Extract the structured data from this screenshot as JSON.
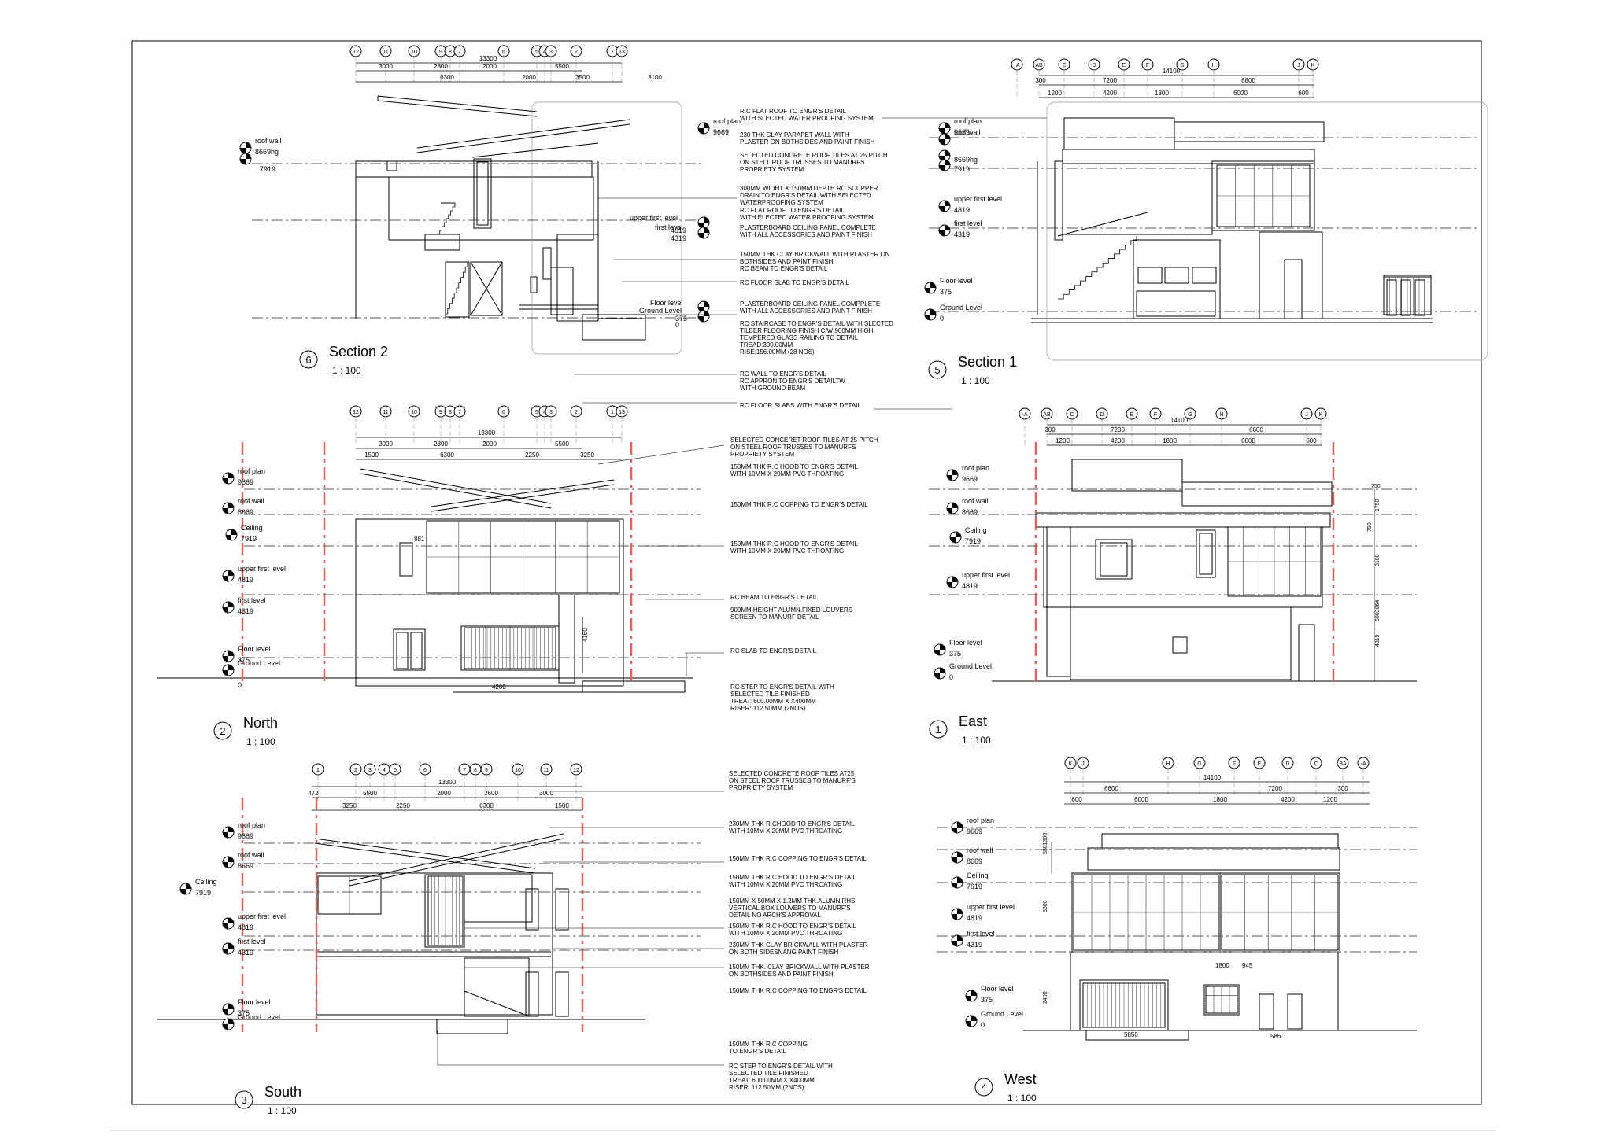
{
  "grid_rows": {
    "sec2": [
      "12",
      "11",
      "10",
      "9",
      "8",
      "7",
      "6",
      "5",
      "4",
      "3",
      "2",
      "1",
      "13"
    ],
    "sec1": [
      "-A",
      "AB",
      "C",
      "D",
      "E",
      "F",
      "G",
      "H",
      "J",
      "K"
    ],
    "north": [
      "12",
      "11",
      "10",
      "9",
      "8",
      "7",
      "6",
      "5",
      "4",
      "3",
      "2",
      "1",
      "13"
    ],
    "east": [
      "-A",
      "AB",
      "C",
      "D",
      "E",
      "F",
      "G",
      "H",
      "J",
      "K"
    ],
    "south": [
      "1",
      "2",
      "3",
      "4",
      "5",
      "6",
      "7",
      "8",
      "9",
      "10",
      "11",
      "12"
    ],
    "west": [
      "K",
      "J",
      "H",
      "G",
      "F",
      "E",
      "D",
      "C",
      "BA",
      "-A"
    ]
  },
  "dims": {
    "sec2": [
      "13300",
      "3000",
      "2800",
      "2000",
      "5500",
      "6300",
      "2000",
      "3500",
      "3100"
    ],
    "sec1": [
      "14100",
      "300",
      "7200",
      "6800",
      "1200",
      "4200",
      "1800",
      "6000",
      "600"
    ],
    "north": [
      "13300",
      "3000",
      "2800",
      "2000",
      "5500",
      "1500",
      "6300",
      "2250",
      "3250",
      "881",
      "4160",
      "4200"
    ],
    "east": [
      "14100",
      "300",
      "7200",
      "6600",
      "1200",
      "4200",
      "1800",
      "6000",
      "600",
      "750",
      "1750",
      "3100",
      "500",
      "3064",
      "4319"
    ],
    "south": [
      "13300",
      "472",
      "5500",
      "2000",
      "2600",
      "3000",
      "3250",
      "2250",
      "6300",
      "1500"
    ],
    "west": [
      "14100",
      "6600",
      "7200",
      "300",
      "600",
      "6000",
      "1800",
      "4200",
      "1200",
      "550",
      "1300",
      "3600",
      "2400",
      "1800",
      "945",
      "5850",
      "586"
    ]
  },
  "levels": {
    "sec2_left": [
      {
        "name": "roof wall",
        "value": "8669hg"
      },
      {
        "name": "",
        "value": "7919"
      }
    ],
    "sec2_right": [
      {
        "name": "roof plan",
        "value": "9669"
      },
      {
        "name": "upper first level",
        "value": "4819"
      },
      {
        "name": "first level",
        "value": "4319"
      },
      {
        "name": "Floor level",
        "value": "375"
      },
      {
        "name": "Ground Level",
        "value": "0"
      }
    ],
    "sec1": [
      {
        "name": "roof plan",
        "value": "9669"
      },
      {
        "name": "roof wall",
        "value": "8669hg"
      },
      {
        "name": "",
        "value": "7919"
      },
      {
        "name": "upper first level",
        "value": "4819"
      },
      {
        "name": "first level",
        "value": "4319"
      },
      {
        "name": "Floor level",
        "value": "375"
      },
      {
        "name": "Ground Level",
        "value": "0"
      }
    ],
    "north": [
      {
        "name": "roof plan",
        "value": "9669"
      },
      {
        "name": "roof wall",
        "value": "8669"
      },
      {
        "name": "Ceiling",
        "value": "7919"
      },
      {
        "name": "upper first level",
        "value": "4819"
      },
      {
        "name": "first level",
        "value": "4319"
      },
      {
        "name": "Floor level",
        "value": "375"
      },
      {
        "name": "Ground Level",
        "value": "0"
      }
    ],
    "east": [
      {
        "name": "roof plan",
        "value": "9669"
      },
      {
        "name": "roof wall",
        "value": "8669"
      },
      {
        "name": "Ceiling",
        "value": "7919"
      },
      {
        "name": "upper first level",
        "value": "4819"
      },
      {
        "name": "Floor level",
        "value": "375"
      },
      {
        "name": "Ground Level",
        "value": "0"
      }
    ],
    "south": [
      {
        "name": "roof plan",
        "value": "9669"
      },
      {
        "name": "roof wall",
        "value": "8669"
      },
      {
        "name": "Ceiling",
        "value": "7919"
      },
      {
        "name": "upper first level",
        "value": "4819"
      },
      {
        "name": "first level",
        "value": "4319"
      },
      {
        "name": "Floor level",
        "value": "375"
      },
      {
        "name": "Ground Level",
        "value": "0"
      }
    ],
    "west": [
      {
        "name": "roof plan",
        "value": "9669"
      },
      {
        "name": "roof wall",
        "value": "8669"
      },
      {
        "name": "Ceiling",
        "value": "7919"
      },
      {
        "name": "upper first level",
        "value": "4819"
      },
      {
        "name": "first level",
        "value": "4319"
      },
      {
        "name": "Floor level",
        "value": "375"
      },
      {
        "name": "Ground Level",
        "value": "0"
      }
    ]
  },
  "notes": {
    "top": [
      "R.C FLAT ROOF  TO ENGR'S DETAIL",
      "WITH SLECTED WATER PROOFING SYSTEM",
      "230 THK CLAY PARAPET WALL WITH",
      "PLASTER ON BOTHSIDES AND PAINT FINISH",
      "SELECTED CONCRETE ROOF TILES AT 25 PITCH",
      "ON STELL ROOF TRUSSES TO MANURFS",
      "PROPRIETY SYSTEM",
      "300MM WIDHT X 150MM DEPTH RC SCUPPER",
      "DRAIN TO ENGR'S DETAIL WITH SELECTED",
      "WATERPROOFING SYSTEM",
      "RC FLAT ROOF TO ENGR'S DETAIL",
      "WITH ELECTED WATER PROOFING SYSTEM",
      "PLASTERBOARD CEILING PANEL COMPLETE",
      "WITH ALL ACCESSORIES AND PAINT FINISH",
      "150MM THK CLAY BRICKWALL WITH PLASTER ON",
      "BOTHSIDES AND PAINT FINISH",
      "RC BEAM TO ENGR'S DETAIL",
      "RC FLOOR SLAB TO ENGR'S DETAIL",
      "PLASTERBOARD CEILING PANEL COMPPLETE",
      " WITH ALL ACCESSORIES AND PAINT FINISH",
      "RC STAIRCASE TO ENGR'S DETAIL WITH SLECTED",
      "TILBER FLOORING FINISH C/W 900MM HIGH",
      "TEMPERED GLASS RAILING TO DETAIL",
      "TREAD:300.00MM",
      "RISE:156.00MM (28 NOS)",
      "RC WALL TO ENGR'S DETAIL",
      "RC APPRON TO ENGR'S DETAILTW",
      "WITH GROUND BEAM",
      "RC FLOOR SLABS WITH ENGR'S DETAIL"
    ],
    "middle": [
      "SELECTED CONCERET ROOF TILES AT 25 PITCH",
      " ON STEEL ROOF TRUSSES TO MANURFS",
      "PROPRIETY SYSTEM",
      "150MM THK R.C HOOD TO ENGR'S DETAIL",
      "WITH 10MM X 20MM PVC THROATING",
      "150MM THK R.C COPPING TO ENGR'S DETAIL",
      "150MM THK R.C HOOD TO ENGR'S DETAIL",
      "WITH 10MM X 20MM PVC THROATING",
      "RC BEAM TO ENGR'S DETAIL",
      "900MM HEIGHT ALUMN.FIXED LOUVERS",
      " SCREEN TO MANURF DETAIL",
      "RC SLAB TO ENGR'S DETAIL",
      "RC STEP TO ENGR'S DETAIL WITH",
      "SELECTED TILE FINISHED",
      "TREAT: 600.00MM X X400MM",
      "RISER: 112.50MM (2NOS)"
    ],
    "bottom": [
      "SELECTED CONCRETE ROOF TILES AT25",
      "ON STEEL ROOF TRUSSES TO MANURF'S",
      "PROPRIETY SYSTEM",
      "230MM THK R.CHOOD TO ENGR'S DETAIL",
      "WITH 10MM X 20MM PVC THROATING",
      "150MM THK R.C COPPING TO ENGR'S DETAIL",
      "150MM THK R.C HOOD TO ENGR'S DETAIL",
      "WITH 10MM X 20MM PVC THROATING",
      "150MM X 50MM X 1.2MM THK.ALUMN.RHS",
      "VERTICAL BOX LOUVERS TO MANURF'S",
      "DETAIL NO ARCH'S APPROVAL",
      "150MM THK R.C HOOD TO ENGR'S DETAIL",
      "WITH 10MM X 20MM PVC THROATING",
      "230MM THK CLAY BRICKWALL WITH PLASTER",
      "ON BOTH SIDESNANG PAINT FINISH",
      "150MM THK. CLAY BRICKWALL WITH PLASTER",
      "ON BOTHSIDES AND PAINT FINISH",
      "150MM THK R.C COPPING TO ENGR'S DETAIL",
      "150MM THK R.C COPPING",
      "TO ENGR'S DETAIL",
      "RC STEP TO ENGR'S DETAIL WITH",
      "SELECTED TILE FINISHED",
      "TREAT: 600.00MM X X400MM",
      "RISER: 112.50MM (2NOS)"
    ]
  },
  "views": [
    {
      "key": "sec2",
      "num": "6",
      "title": "Section 2",
      "scale": "1 : 100"
    },
    {
      "key": "sec1",
      "num": "5",
      "title": "Section 1",
      "scale": "1 : 100"
    },
    {
      "key": "north",
      "num": "2",
      "title": "North",
      "scale": "1 : 100"
    },
    {
      "key": "east",
      "num": "1",
      "title": "East",
      "scale": "1 : 100"
    },
    {
      "key": "south",
      "num": "3",
      "title": "South",
      "scale": "1 : 100"
    },
    {
      "key": "west",
      "num": "4",
      "title": "West",
      "scale": "1 : 100"
    }
  ],
  "colors": {
    "line": "#000000",
    "grid_red": "#e06060",
    "dash": "#444444"
  }
}
